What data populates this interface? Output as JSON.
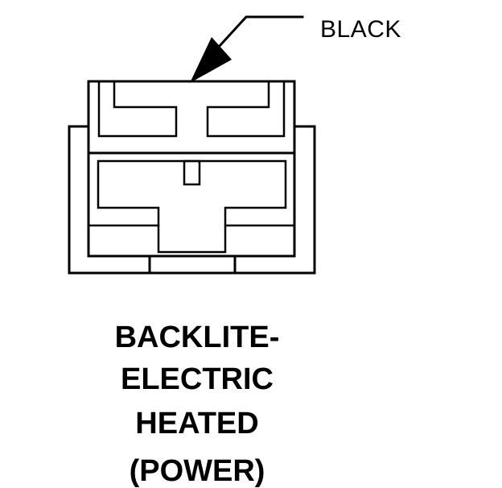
{
  "callout": {
    "label": "BLACK"
  },
  "caption": {
    "line1": "BACKLITE-",
    "line2": "ELECTRIC",
    "line3": "HEATED",
    "line4": "(POWER)"
  },
  "colors": {
    "stroke": "#000000",
    "background": "#ffffff"
  }
}
